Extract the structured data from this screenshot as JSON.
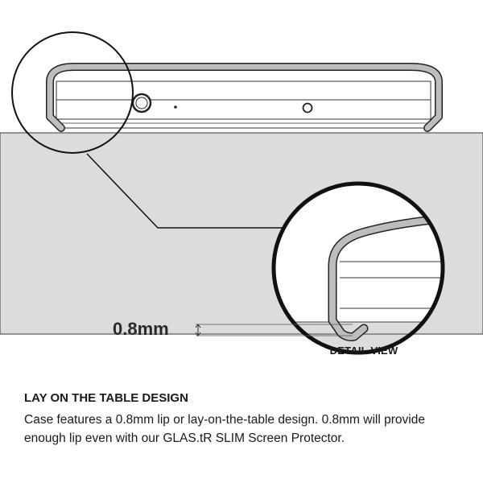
{
  "measurement": {
    "value": "0.8mm"
  },
  "detail_view": {
    "label": "DETAIL VIEW"
  },
  "feature": {
    "heading": "LAY ON THE TABLE DESIGN",
    "description": "Case features a 0.8mm lip or lay-on-the-table design. 0.8mm will provide enough lip even with our GLAS.tR SLIM Screen Protector."
  },
  "colors": {
    "table": "#dcdcdc",
    "outline": "#111111",
    "case_bumper": "#bdbdbd"
  }
}
